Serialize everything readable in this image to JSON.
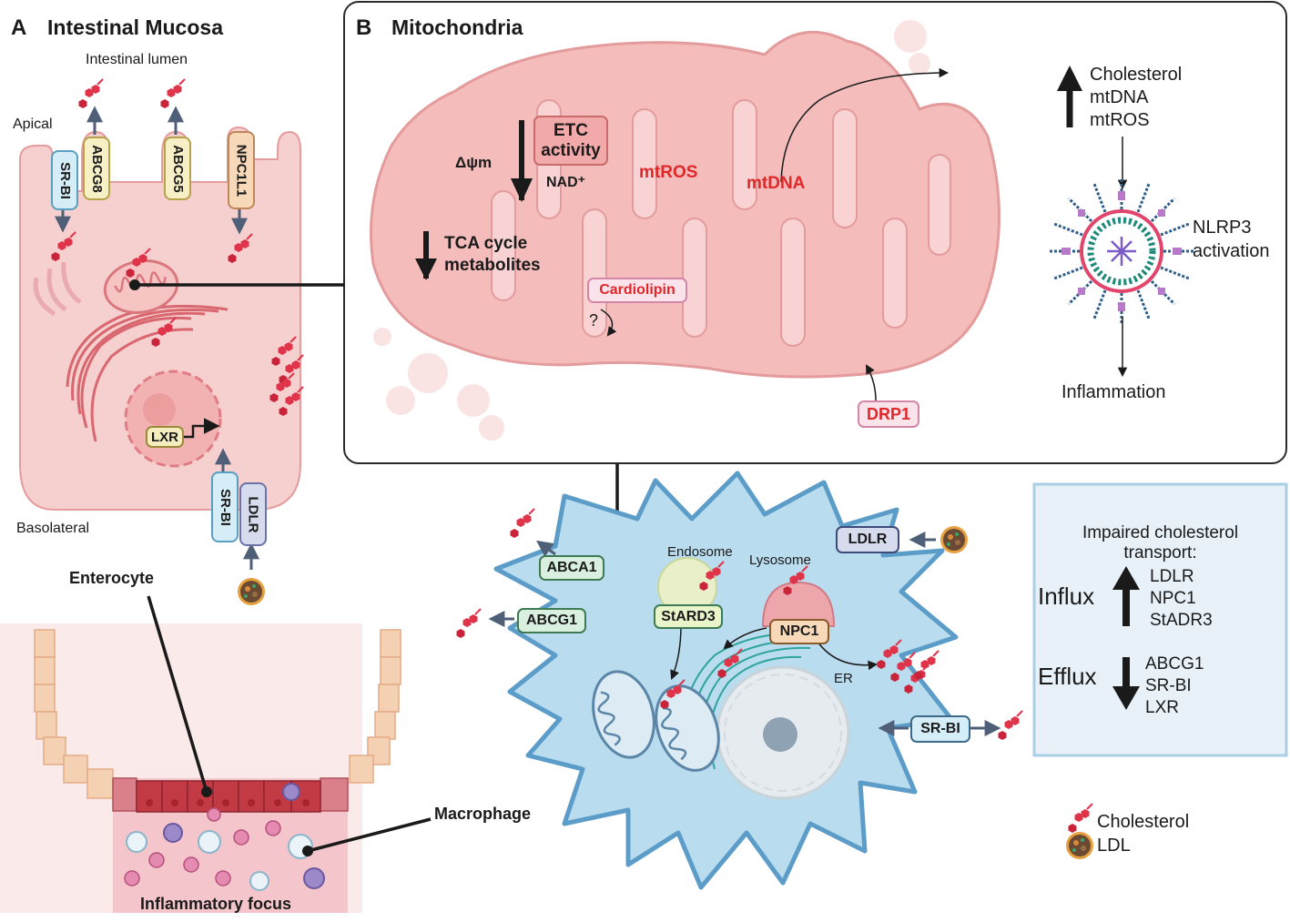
{
  "panel_a": {
    "letter": "A",
    "title": "Intestinal Mucosa",
    "lumen_label": "Intestinal lumen",
    "apical_label": "Apical",
    "basolateral_label": "Basolateral",
    "transporters_apical": [
      "SR-BI",
      "ABCG8",
      "ABCG5",
      "NPC1L1"
    ],
    "transporters_basal": [
      "SR-BI",
      "LDLR"
    ],
    "nuclear_receptor": "LXR",
    "enterocyte_label": "Enterocyte",
    "macrophage_label": "Macrophage",
    "focus_label": "Inflammatory focus"
  },
  "panel_b": {
    "letter": "B",
    "title": "Mitochondria",
    "delta_psi": "Δψm",
    "etc_line1": "ETC",
    "etc_line2": "activity",
    "nad": "NAD⁺",
    "tca_line1": "TCA cycle",
    "tca_line2": "metabolites",
    "mtros": "mtROS",
    "mtdna": "mtDNA",
    "cardiolipin": "Cardiolipin",
    "question": "?",
    "drp1": "DRP1",
    "increase_list": [
      "Cholesterol",
      "mtDNA",
      "mtROS"
    ],
    "nlrp3_line1": "NLRP3",
    "nlrp3_line2": "activation",
    "inflammation": "Inflammation"
  },
  "macrophage": {
    "abca1": "ABCA1",
    "abcg1": "ABCG1",
    "stard3": "StARD3",
    "endosome": "Endosome",
    "lysosome": "Lysosome",
    "npc1": "NPC1",
    "er": "ER",
    "ldlr": "LDLR",
    "srbi": "SR-BI"
  },
  "summary_box": {
    "title_line1": "Impaired cholesterol",
    "title_line2": "transport:",
    "influx_label": "Influx",
    "influx_items": [
      "LDLR",
      "NPC1",
      "StADR3"
    ],
    "efflux_label": "Efflux",
    "efflux_items": [
      "ABCG1",
      "SR-BI",
      "LXR"
    ]
  },
  "legend": {
    "cholesterol": "Cholesterol",
    "ldl": "LDL"
  },
  "colors": {
    "cell_pink": "#f6cfcf",
    "mito_pink": "#f3b6b6",
    "mito_stroke": "#e79a9a",
    "macrophage_blue": "#b9dcee",
    "macrophage_stroke": "#5b9cc8",
    "cholesterol_red": "#e0344a",
    "summary_bg": "#e8f1f8",
    "summary_border": "#a9cfe6"
  }
}
